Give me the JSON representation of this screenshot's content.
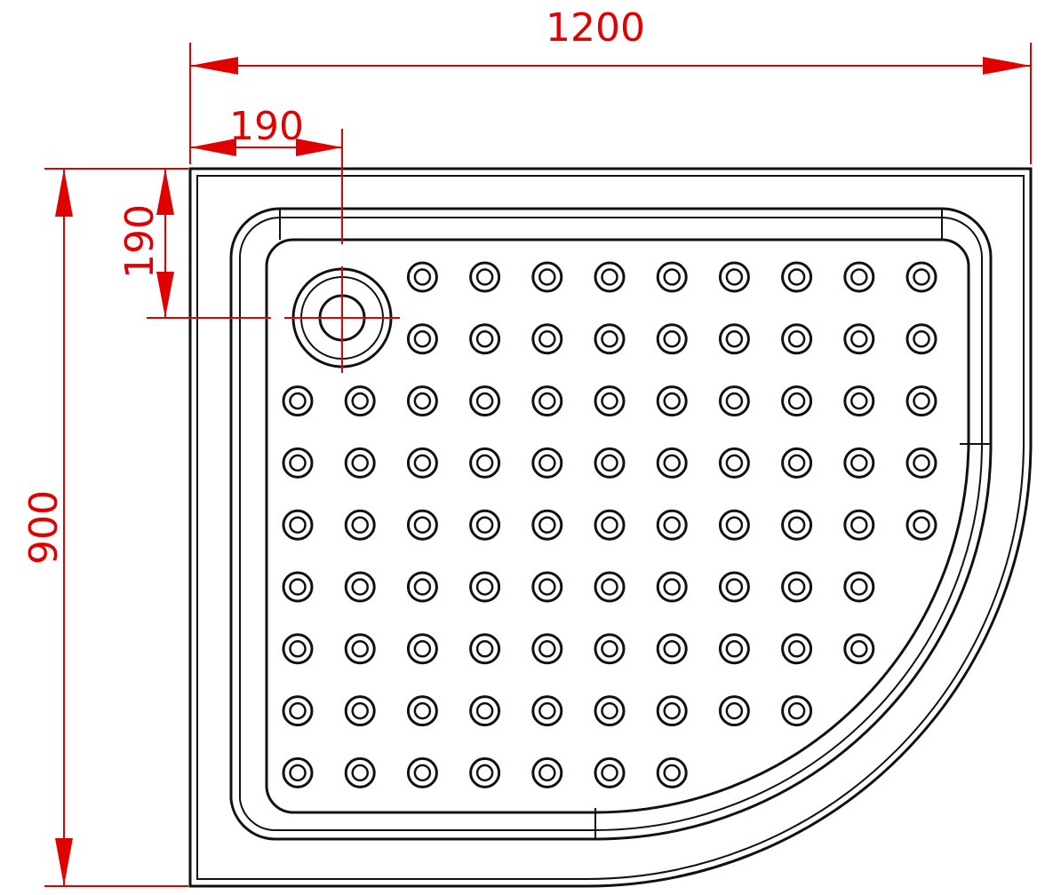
{
  "diagram": {
    "dimensions": {
      "width_label": "1200",
      "depth_label": "900",
      "drain_offset_x_label": "190",
      "drain_offset_y_label": "190"
    },
    "colors": {
      "dimension": "#e00000",
      "outline": "#111111",
      "background": "#ffffff"
    },
    "grip_dots": {
      "row_counts": [
        9,
        9,
        11,
        11,
        11,
        10,
        10,
        9,
        7
      ],
      "first_row_column_offset": [
        2,
        2,
        0,
        0,
        0,
        0,
        0,
        0,
        0
      ]
    }
  }
}
